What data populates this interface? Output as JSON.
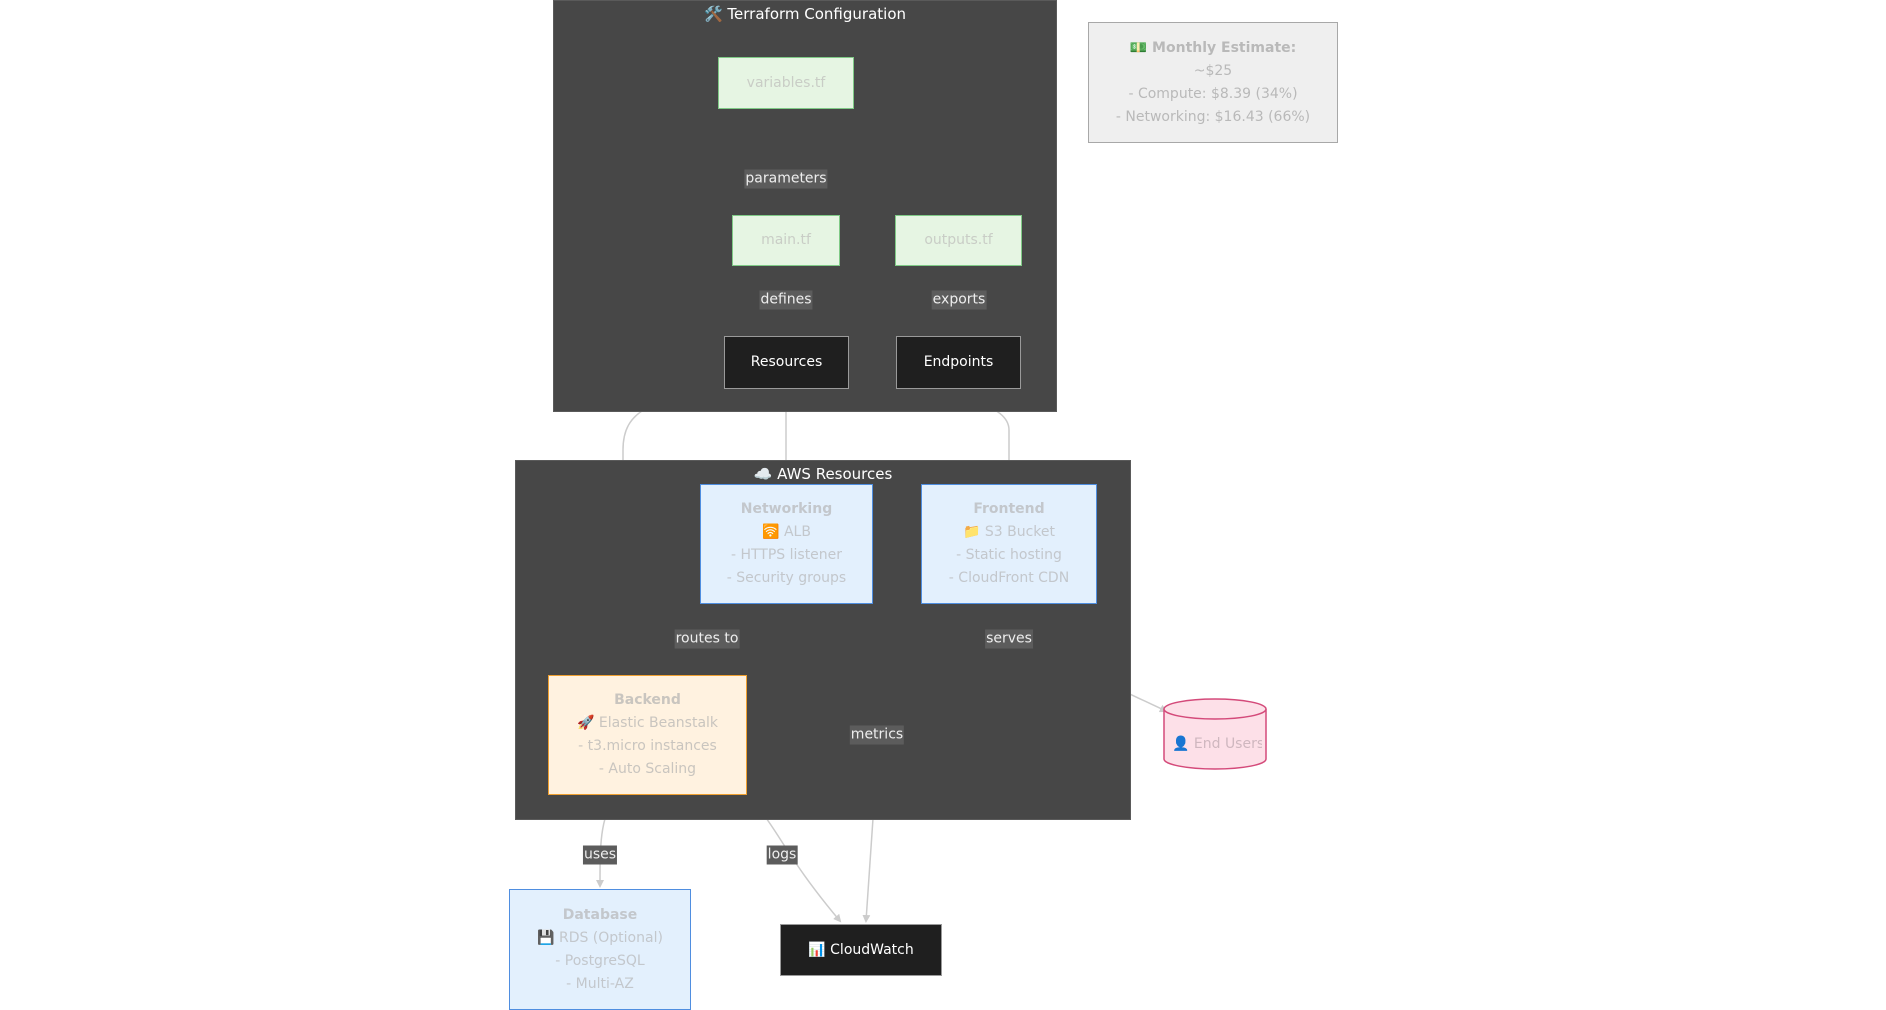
{
  "clusters": {
    "terraform": {
      "title": "🛠️ Terraform Configuration"
    },
    "aws": {
      "title": "☁️ AWS Resources"
    }
  },
  "nodes": {
    "variables": {
      "label": "variables.tf"
    },
    "main": {
      "label": "main.tf"
    },
    "outputs": {
      "label": "outputs.tf"
    },
    "resources": {
      "label": "Resources"
    },
    "endpoints": {
      "label": "Endpoints"
    },
    "networking": {
      "title": "Networking",
      "lines": [
        "🛜 ALB",
        "- HTTPS listener",
        "- Security groups"
      ]
    },
    "frontend": {
      "title": "Frontend",
      "lines": [
        "📁 S3 Bucket",
        "- Static hosting",
        "- CloudFront CDN"
      ]
    },
    "backend": {
      "title": "Backend",
      "lines": [
        "🚀 Elastic Beanstalk",
        "- t3.micro instances",
        "- Auto Scaling"
      ]
    },
    "database": {
      "title": "Database",
      "lines": [
        "💾 RDS (Optional)",
        "- PostgreSQL",
        "- Multi-AZ"
      ]
    },
    "cloudwatch": {
      "label": "📊 CloudWatch"
    },
    "end_users": {
      "label": "👤 End Users"
    }
  },
  "note": {
    "title": "💵 Monthly Estimate:",
    "lines": [
      "~$25",
      "- Compute: $8.39 (34%)",
      "- Networking: $16.43 (66%)"
    ]
  },
  "edge_labels": {
    "parameters": "parameters",
    "defines": "defines",
    "exports": "exports",
    "routes_to": "routes to",
    "serves": "serves",
    "metrics": "metrics",
    "uses": "uses",
    "logs": "logs"
  },
  "colors": {
    "cluster_bg": "#474747",
    "config_fill": "#e6f5e3",
    "config_stroke": "#7fca86",
    "dark_fill": "#1f1f1f",
    "blue_fill": "#e3f0fd",
    "blue_stroke": "#4f8ee0",
    "orange_fill": "#fff2e0",
    "orange_stroke": "#f0a030",
    "pink_fill": "#fde0e8",
    "pink_stroke": "#d44a7a",
    "edge": "#cccccc"
  }
}
